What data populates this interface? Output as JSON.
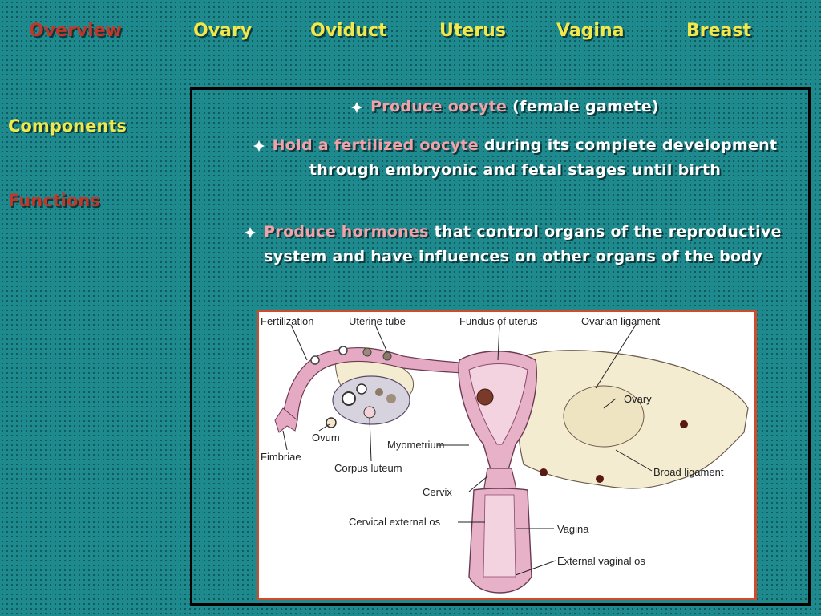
{
  "nav": {
    "items": [
      "Overview",
      "Ovary",
      "Oviduct",
      "Uterus",
      "Vagina",
      "Breast"
    ],
    "active": "Overview"
  },
  "side": {
    "components": "Components",
    "functions": "Functions"
  },
  "bullets": [
    {
      "highlight": "Produce oocyte",
      "rest": " (female gamete)"
    },
    {
      "highlight": "Hold a fertilized oocyte",
      "rest": " during its complete development through embryonic and fetal stages until birth"
    },
    {
      "highlight": "Produce hormones",
      "rest": " that control organs of the reproductive system and have influences on other organs of the body"
    }
  ],
  "diagram": {
    "labels": {
      "fertilization": "Fertilization",
      "uterine_tube": "Uterine tube",
      "fundus": "Fundus of uterus",
      "ovarian_ligament": "Ovarian ligament",
      "ovary": "Ovary",
      "ovum": "Ovum",
      "fimbriae": "Fimbriae",
      "myometrium": "Myometrium",
      "corpus_luteum": "Corpus luteum",
      "broad_ligament": "Broad ligament",
      "cervix": "Cervix",
      "cervical_os": "Cervical external os",
      "vagina": "Vagina",
      "external_os": "External vaginal os"
    }
  },
  "colors": {
    "background": "#1f8a8e",
    "nav_link": "#f2e84c",
    "nav_active": "#c0382b",
    "highlight": "#f2a1a8",
    "diagram_border": "#d24a2a"
  }
}
